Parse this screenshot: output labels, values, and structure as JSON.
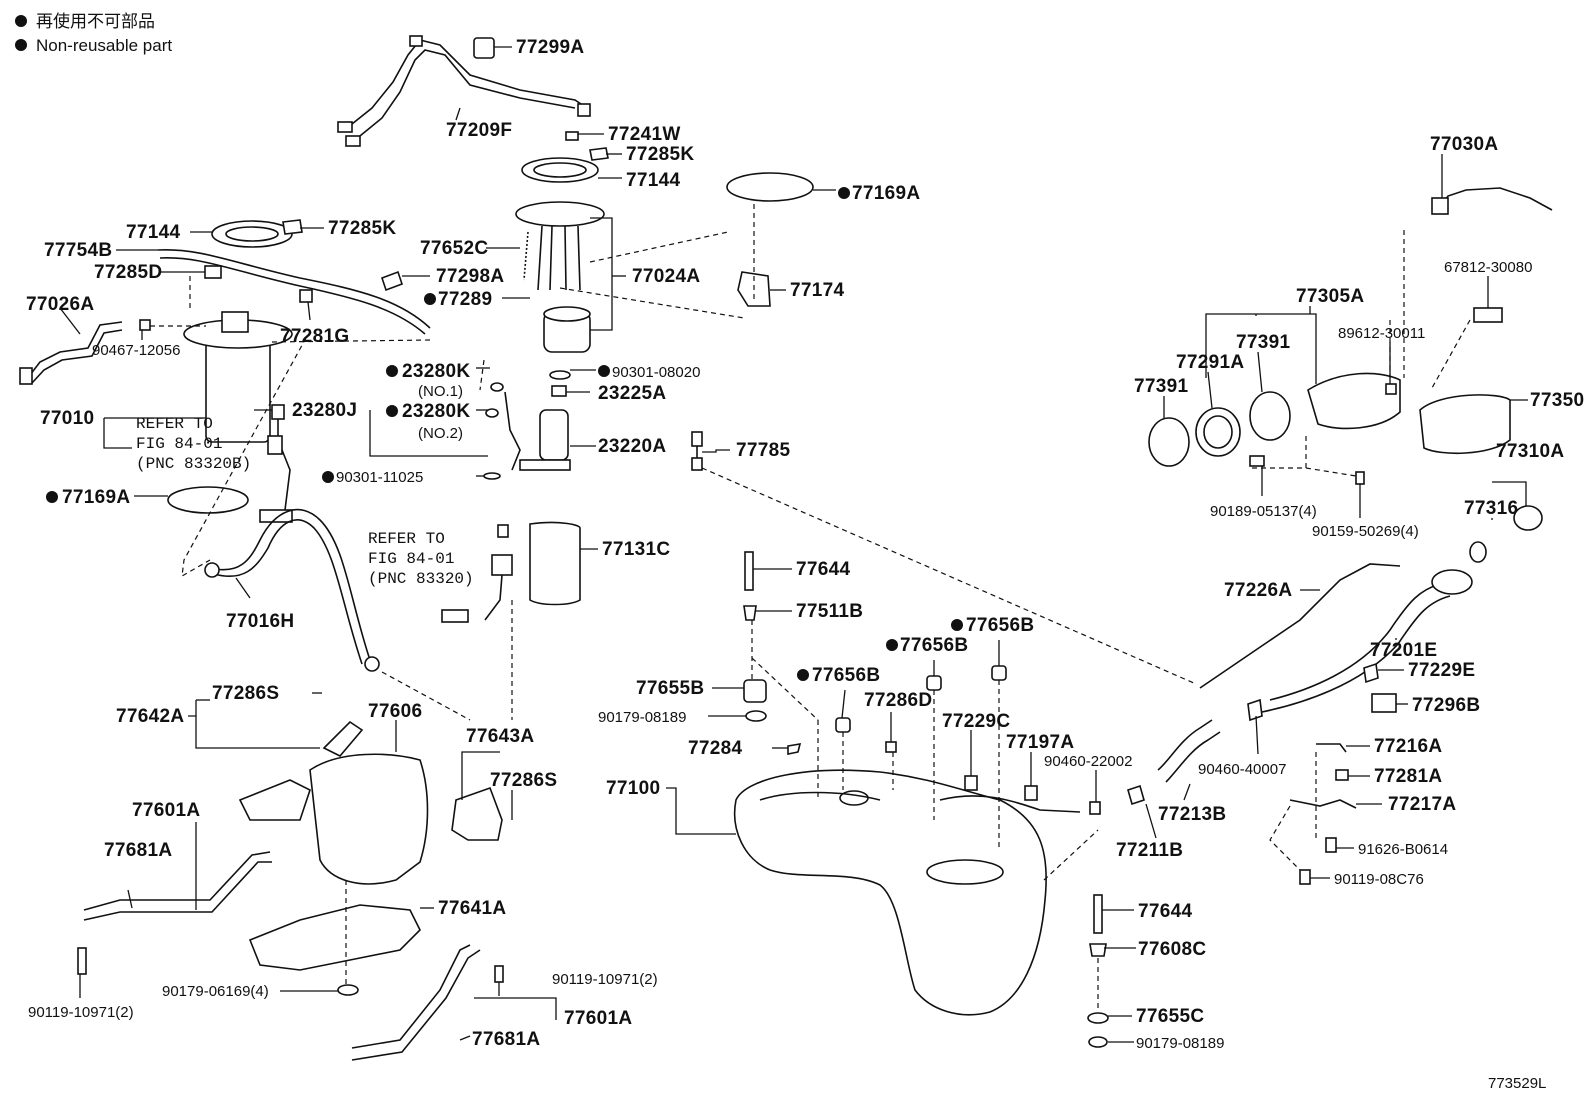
{
  "legend": {
    "items": [
      {
        "text": "再使用不可部品"
      },
      {
        "text": "Non-reusable part"
      }
    ]
  },
  "figure_code": "773529L",
  "parts": [
    {
      "id": "77299A"
    },
    {
      "id": "77209F"
    },
    {
      "id": "77241W"
    },
    {
      "id": "77285K"
    },
    {
      "id": "77144"
    },
    {
      "id": "77169A",
      "non_reusable": true
    },
    {
      "id": "77144"
    },
    {
      "id": "77285K"
    },
    {
      "id": "77754B"
    },
    {
      "id": "77652C"
    },
    {
      "id": "77285D"
    },
    {
      "id": "77298A"
    },
    {
      "id": "77024A"
    },
    {
      "id": "77289",
      "non_reusable": true
    },
    {
      "id": "77174"
    },
    {
      "id": "77026A"
    },
    {
      "id": "77281G"
    },
    {
      "id": "90467-12056"
    },
    {
      "id": "23280K",
      "non_reusable": true
    },
    {
      "id": "(NO.1)"
    },
    {
      "id": "90301-08020",
      "non_reusable": true
    },
    {
      "id": "23225A"
    },
    {
      "id": "77010"
    },
    {
      "id": "23280J"
    },
    {
      "id": "23280K",
      "non_reusable": true
    },
    {
      "id": "(NO.2)"
    },
    {
      "id": "23220A"
    },
    {
      "id": "77785"
    },
    {
      "id": "90301-11025",
      "non_reusable": true
    },
    {
      "id": "77169A",
      "non_reusable": true
    },
    {
      "id": "77131C"
    },
    {
      "id": "77016H"
    },
    {
      "id": "77644"
    },
    {
      "id": "77511B"
    },
    {
      "id": "77656B",
      "non_reusable": true
    },
    {
      "id": "77656B",
      "non_reusable": true
    },
    {
      "id": "77656B",
      "non_reusable": true
    },
    {
      "id": "77655B"
    },
    {
      "id": "77286D"
    },
    {
      "id": "90179-08189"
    },
    {
      "id": "77286S"
    },
    {
      "id": "77606"
    },
    {
      "id": "77642A"
    },
    {
      "id": "77643A"
    },
    {
      "id": "77284"
    },
    {
      "id": "77229C"
    },
    {
      "id": "77197A"
    },
    {
      "id": "90460-22002"
    },
    {
      "id": "77286S"
    },
    {
      "id": "77100"
    },
    {
      "id": "77601A"
    },
    {
      "id": "77681A"
    },
    {
      "id": "77641A"
    },
    {
      "id": "90179-06169(4)"
    },
    {
      "id": "90119-10971(2)"
    },
    {
      "id": "90119-10971(2)"
    },
    {
      "id": "77601A"
    },
    {
      "id": "77681A"
    },
    {
      "id": "77644"
    },
    {
      "id": "77608C"
    },
    {
      "id": "77655C"
    },
    {
      "id": "90179-08189"
    },
    {
      "id": "77030A"
    },
    {
      "id": "67812-30080"
    },
    {
      "id": "77305A"
    },
    {
      "id": "77391"
    },
    {
      "id": "89612-30011"
    },
    {
      "id": "77291A"
    },
    {
      "id": "77391"
    },
    {
      "id": "77350"
    },
    {
      "id": "77310A"
    },
    {
      "id": "90189-05137(4)"
    },
    {
      "id": "77316"
    },
    {
      "id": "90159-50269(4)"
    },
    {
      "id": "77226A"
    },
    {
      "id": "77201E"
    },
    {
      "id": "77229E"
    },
    {
      "id": "77296B"
    },
    {
      "id": "90460-40007"
    },
    {
      "id": "77216A"
    },
    {
      "id": "77213B"
    },
    {
      "id": "77281A"
    },
    {
      "id": "77217A"
    },
    {
      "id": "77211B"
    },
    {
      "id": "91626-B0614"
    },
    {
      "id": "90119-08C76"
    }
  ],
  "notes": [
    {
      "lines": [
        "REFER TO",
        "FIG 84-01",
        "(PNC 83320B)"
      ]
    },
    {
      "lines": [
        "REFER TO",
        "FIG 84-01",
        "(PNC 83320)"
      ]
    }
  ]
}
